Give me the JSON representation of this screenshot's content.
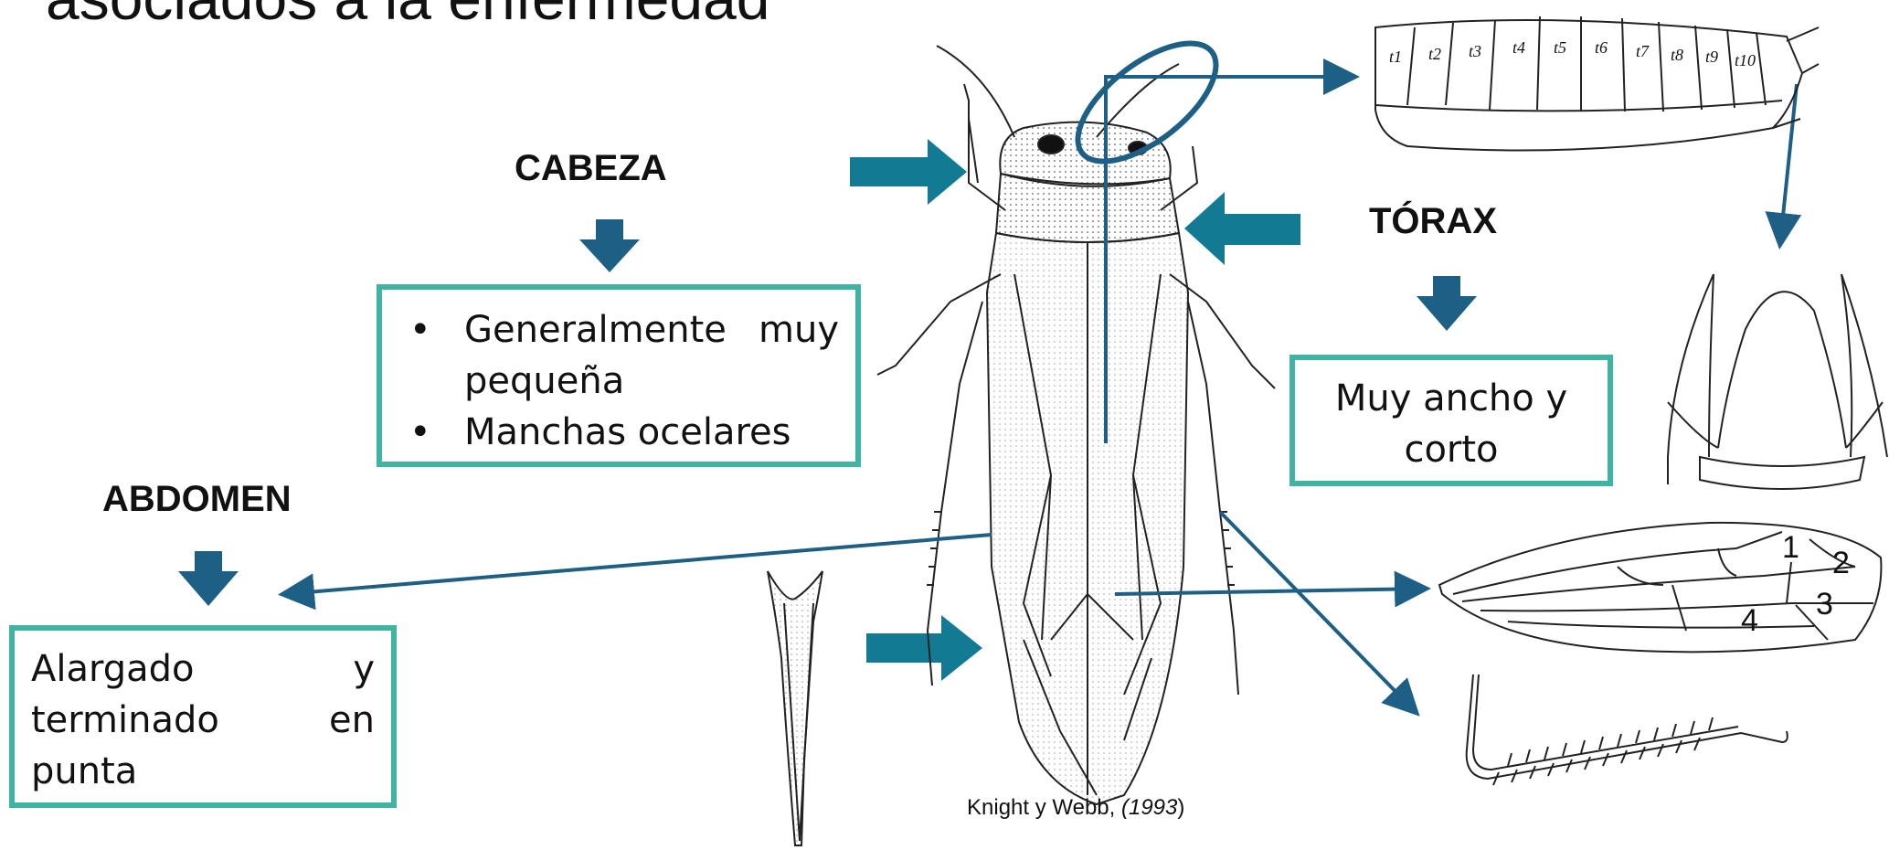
{
  "title": "asociados a la enfermedad",
  "head": {
    "heading": "CABEZA",
    "bullets": [
      "Generalmente muy pequeña",
      "Manchas ocelares"
    ]
  },
  "thorax": {
    "heading": "TÓRAX",
    "text": "Muy ancho y corto"
  },
  "abdomen": {
    "heading": "ABDOMEN",
    "text": "Alargado y terminado en punta"
  },
  "credit": {
    "authors": "Knight y Webb, ",
    "year": "(1993",
    "close": ")"
  },
  "segment_labels": [
    "t1",
    "t2",
    "t3",
    "t4",
    "t5",
    "t6",
    "t7",
    "t8",
    "t9",
    "t10"
  ],
  "wing_cell_labels": [
    "1",
    "2",
    "3",
    "4"
  ],
  "colors": {
    "arrow_dark": "#1e5f85",
    "arrow_teal": "#137a94",
    "box_border": "#41b3a3"
  }
}
